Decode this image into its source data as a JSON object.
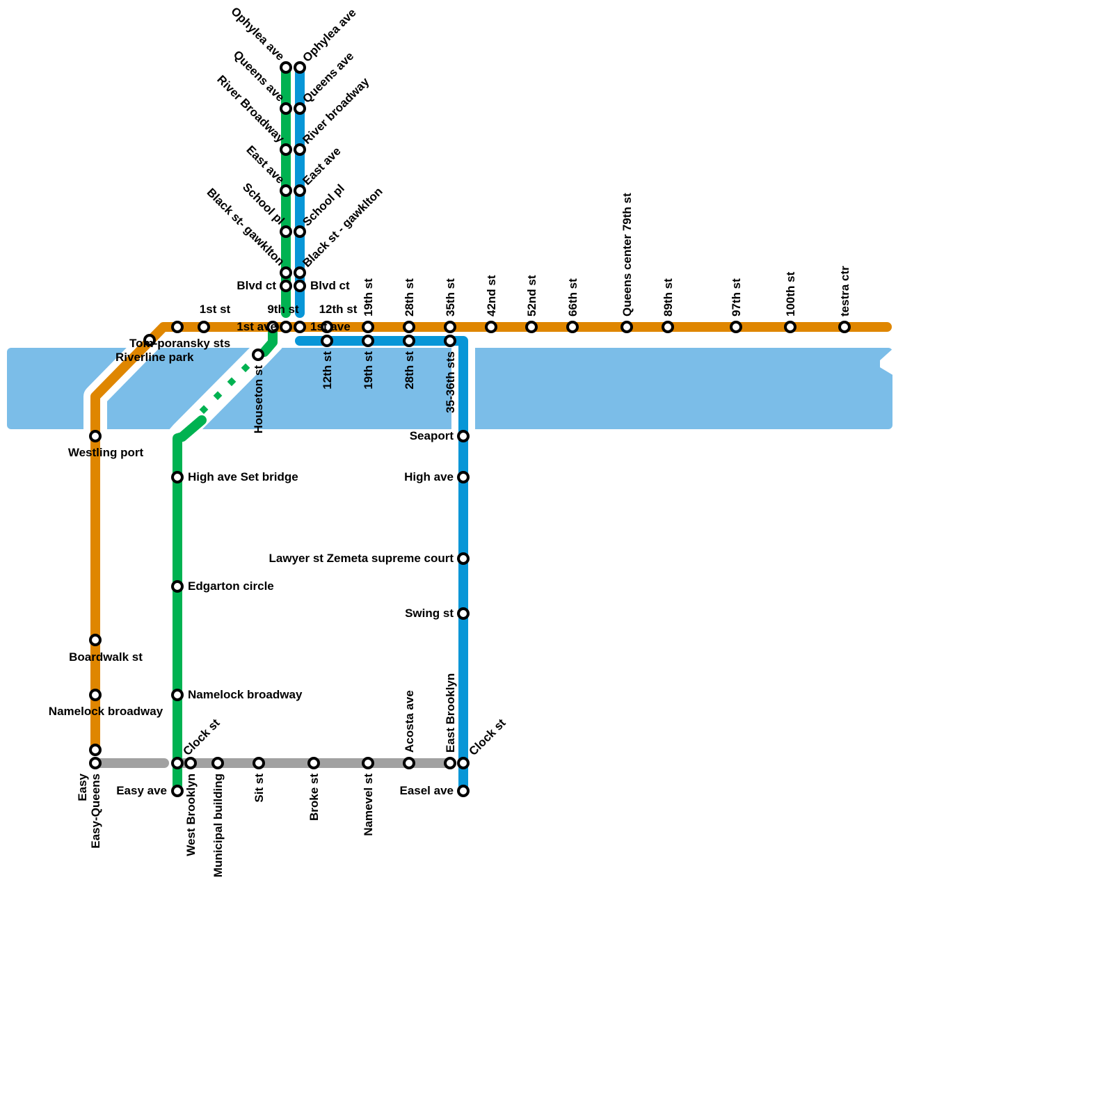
{
  "colors": {
    "orange": "#DF8600",
    "green": "#00B251",
    "blue": "#0896D7",
    "gray": "#A1A1A1",
    "water": "#7BBDE8"
  },
  "labels": {
    "g_ophylea": "Ophylea ave",
    "g_queens": "Queens ave",
    "g_river": "River Broadway",
    "g_east": "East ave",
    "g_school": "School pl",
    "g_black": "Black st- gawklton",
    "g_blvd": "Blvd ct",
    "b_ophylea": "Ophylea ave",
    "b_queens": "Queens ave",
    "b_river": "River broadway",
    "b_east": "East ave",
    "b_school": "School pl",
    "b_black": "Black st - gawklton",
    "b_blvd": "Blvd ct",
    "nine": "9th st",
    "first_st": "1st st",
    "twelve_top": "12th st",
    "first_ave_l": "1st ave",
    "first_ave_r": "1st ave",
    "tom": "Tom-poransky sts",
    "riverline": "Riverline park",
    "o19": "19th st",
    "o28": "28th st",
    "o35": "35th st",
    "o42": "42nd st",
    "o52": "52nd st",
    "o66": "66th st",
    "o79": "Queens center 79th st",
    "o89": "89th st",
    "o97": "97th st",
    "o100": "100th st",
    "testra": "testra ctr",
    "b12": "12th st",
    "b19": "19th st",
    "b28": "28th st",
    "b35": "35-36th sts",
    "houseton": "Houseton st",
    "westling": "Westling port",
    "boardwalk": "Boardwalk st",
    "namelock_o": "Namelock broadway",
    "highset": "High ave Set bridge",
    "edgarton": "Edgarton circle",
    "namelock_g": "Namelock broadway",
    "seaport": "Seaport",
    "highave": "High ave",
    "lawyer": "Lawyer st Zemeta supreme court",
    "swing": "Swing st",
    "easel": "Easel ave",
    "easyave": "Easy ave",
    "clock_w": "Clock st",
    "clock_e": "Clock st",
    "acosta": "Acosta ave",
    "eastbk": "East Brooklyn",
    "easyq": "Easy-Queens",
    "easy": "Easy",
    "westbk": "West Brooklyn",
    "municipal": "Municipal building",
    "sit": "Sit st",
    "broke": "Broke st",
    "namevel": "Namevel st"
  }
}
